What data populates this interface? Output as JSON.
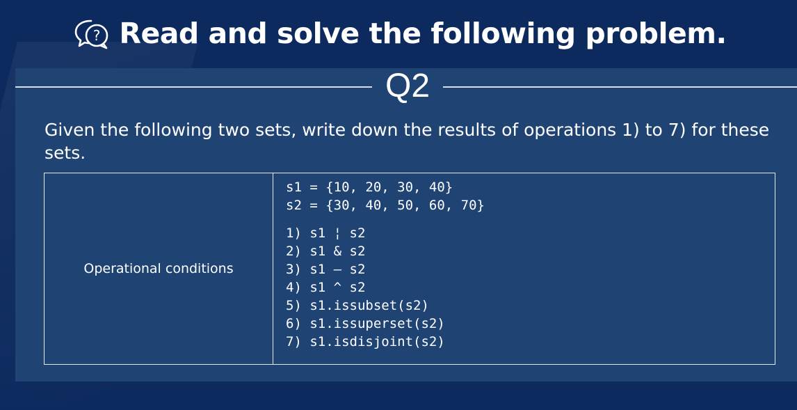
{
  "header": {
    "title": "Read and solve the following problem.",
    "icon": "question-chat-bubble-icon"
  },
  "question": {
    "label": "Q2",
    "text": "Given the following two sets, write down the results of operations 1) to 7) for these sets."
  },
  "conditions": {
    "label": "Operational conditions",
    "sets": [
      "s1 = {10, 20, 30, 40}",
      "s2 = {30, 40, 50, 60, 70}"
    ],
    "operations": [
      "1) s1 ¦ s2",
      "2) s1 & s2",
      "3) s1 – s2",
      "4) s1 ^ s2",
      "5) s1.issubset(s2)",
      "6) s1.issuperset(s2)",
      "7) s1.isdisjoint(s2)"
    ]
  },
  "colors": {
    "background": "#0d2a5e",
    "panel": "#1f4373",
    "text": "#ffffff",
    "border": "#e6eaf0"
  }
}
